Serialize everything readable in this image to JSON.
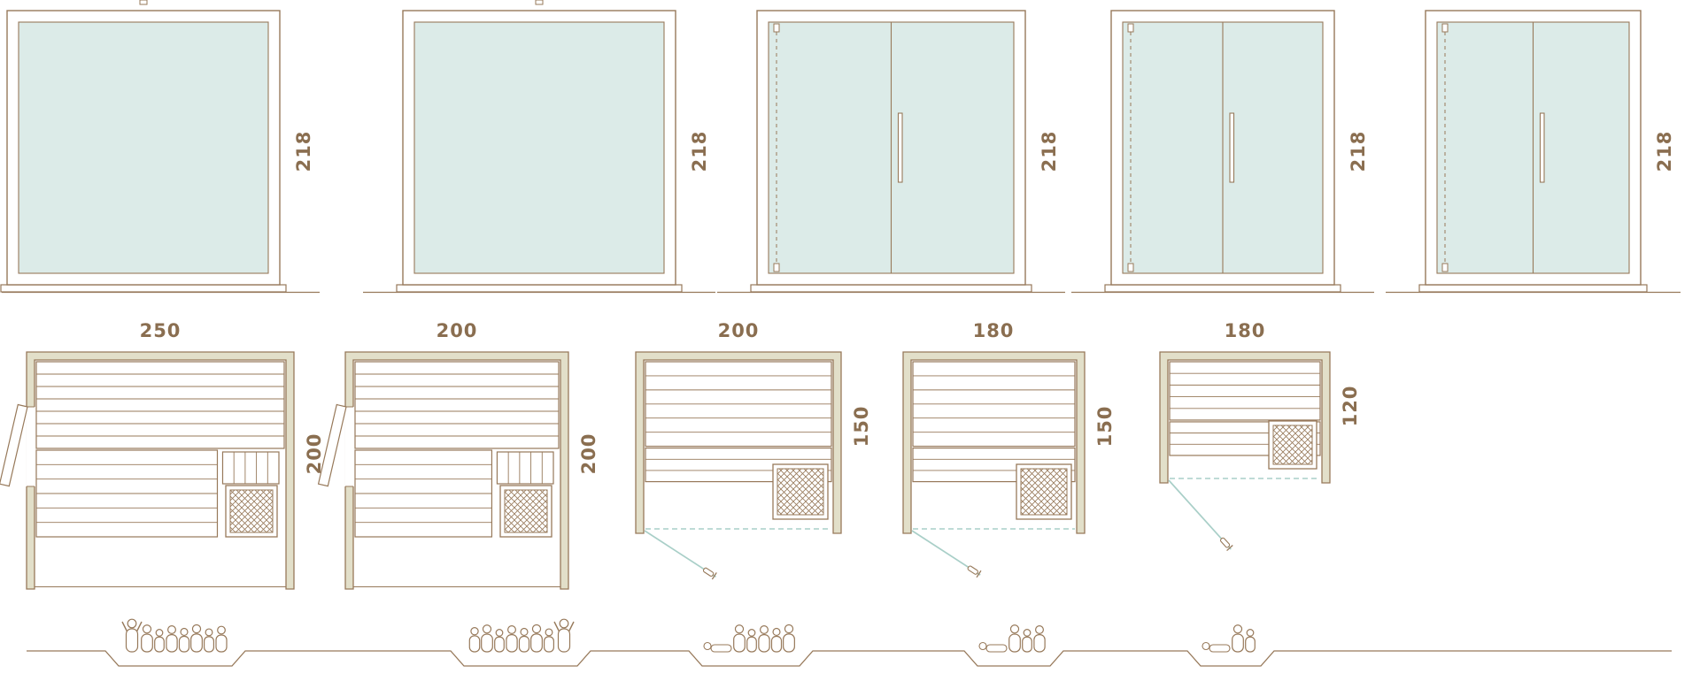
{
  "colors": {
    "line_brown": "#97795a",
    "text_brown": "#8a6e50",
    "glass_teal": "#dcebe8",
    "wall_beige": "#e2dfc9",
    "door_teal": "#a9cfc8"
  },
  "variants": [
    {
      "id": "variant-1",
      "front_height": "218",
      "width": "250",
      "depth": "200",
      "front_glass_door": false,
      "side_door": true,
      "capacity": 8,
      "people": [
        "tall",
        "stand",
        "stand",
        "stand",
        "stand",
        "stand",
        "stand",
        "stand"
      ]
    },
    {
      "id": "variant-2",
      "front_height": "218",
      "width": "200",
      "depth": "200",
      "front_glass_door": false,
      "side_door": true,
      "capacity": 8,
      "people": [
        "stand",
        "stand",
        "stand",
        "stand",
        "stand",
        "stand",
        "stand",
        "tall"
      ]
    },
    {
      "id": "variant-3",
      "front_height": "218",
      "width": "200",
      "depth": "150",
      "front_glass_door": true,
      "side_door": false,
      "capacity": 6,
      "people": [
        "lying",
        "stand",
        "stand",
        "stand",
        "stand",
        "stand"
      ]
    },
    {
      "id": "variant-4",
      "front_height": "218",
      "width": "180",
      "depth": "150",
      "front_glass_door": true,
      "side_door": false,
      "capacity": 4,
      "people": [
        "lying",
        "stand",
        "stand",
        "stand"
      ]
    },
    {
      "id": "variant-5",
      "front_height": "218",
      "width": "180",
      "depth": "120",
      "front_glass_door": true,
      "side_door": false,
      "capacity": 3,
      "people": [
        "lying",
        "stand",
        "stand"
      ]
    }
  ]
}
